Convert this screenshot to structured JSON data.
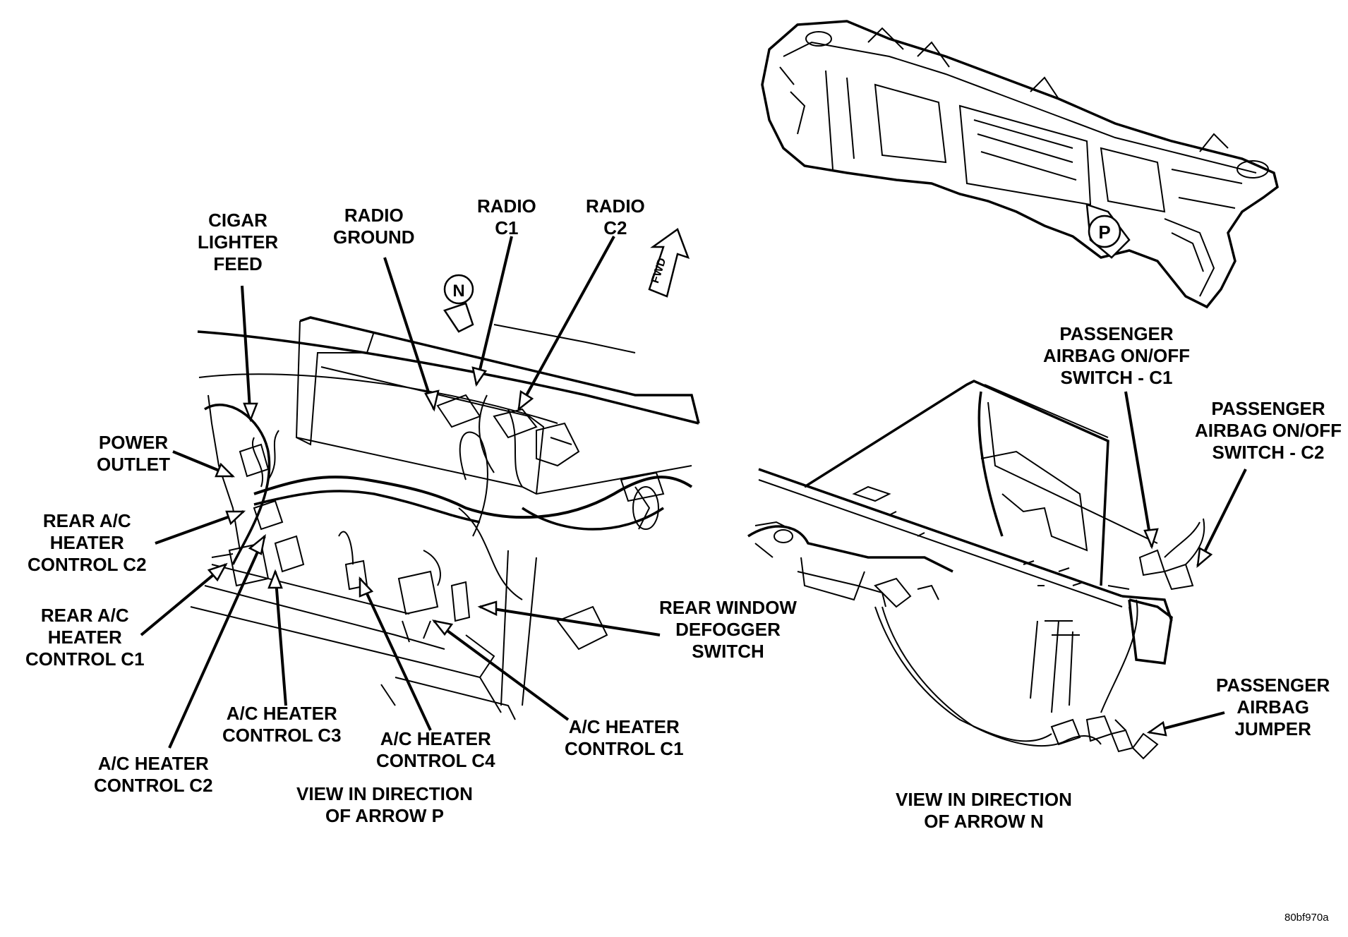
{
  "labels": {
    "cigar_lighter_feed": [
      "CIGAR",
      "LIGHTER",
      "FEED"
    ],
    "radio_ground": [
      "RADIO",
      "GROUND"
    ],
    "radio_c1": [
      "RADIO",
      "C1"
    ],
    "radio_c2": [
      "RADIO",
      "C2"
    ],
    "power_outlet": [
      "POWER",
      "OUTLET"
    ],
    "rear_ac_heater_control_c2": [
      "REAR A/C",
      "HEATER",
      "CONTROL C2"
    ],
    "rear_ac_heater_control_c1": [
      "REAR A/C",
      "HEATER",
      "CONTROL C1"
    ],
    "ac_heater_control_c3": [
      "A/C HEATER",
      "CONTROL C3"
    ],
    "ac_heater_control_c4": [
      "A/C HEATER",
      "CONTROL C4"
    ],
    "ac_heater_control_c2": [
      "A/C HEATER",
      "CONTROL C2"
    ],
    "ac_heater_control_c1": [
      "A/C HEATER",
      "CONTROL C1"
    ],
    "rear_window_defogger_switch": [
      "REAR WINDOW",
      "DEFOGGER",
      "SWITCH"
    ],
    "passenger_airbag_switch_c1": [
      "PASSENGER",
      "AIRBAG ON/OFF",
      "SWITCH - C1"
    ],
    "passenger_airbag_switch_c2": [
      "PASSENGER",
      "AIRBAG ON/OFF",
      "SWITCH - C2"
    ],
    "passenger_airbag_jumper": [
      "PASSENGER",
      "AIRBAG",
      "JUMPER"
    ],
    "view_arrow_p": [
      "VIEW IN DIRECTION",
      "OF ARROW P"
    ],
    "view_arrow_n": [
      "VIEW IN DIRECTION",
      "OF ARROW N"
    ]
  },
  "arrows": {
    "n": "N",
    "p": "P",
    "fwd": "FWD"
  },
  "figure_id": "80bf970a"
}
